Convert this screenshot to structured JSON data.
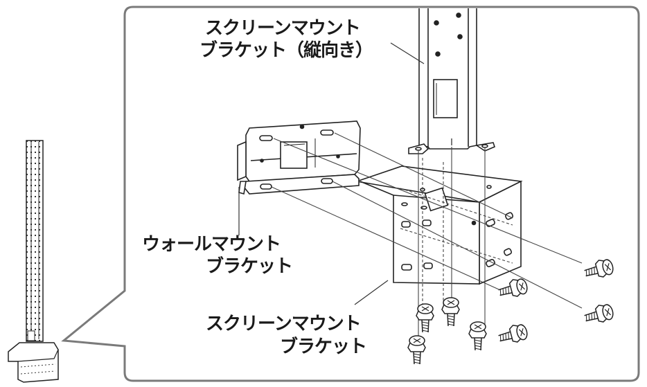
{
  "labels": {
    "vertical_bracket_line1": "スクリーンマウント",
    "vertical_bracket_line2": "ブラケット（縦向き）",
    "wall_bracket_line1": "ウォールマウント",
    "wall_bracket_line2": "ブラケット",
    "screen_bracket_line1": "スクリーンマウント",
    "screen_bracket_line2": "ブラケット"
  },
  "colors": {
    "line": "#222222",
    "callout_border": "#7a7a7a",
    "part_fill": "#ffffff",
    "shadow": "#cfcfcf"
  },
  "icons": [
    "screw-icon",
    "bracket-assembly-icon"
  ]
}
